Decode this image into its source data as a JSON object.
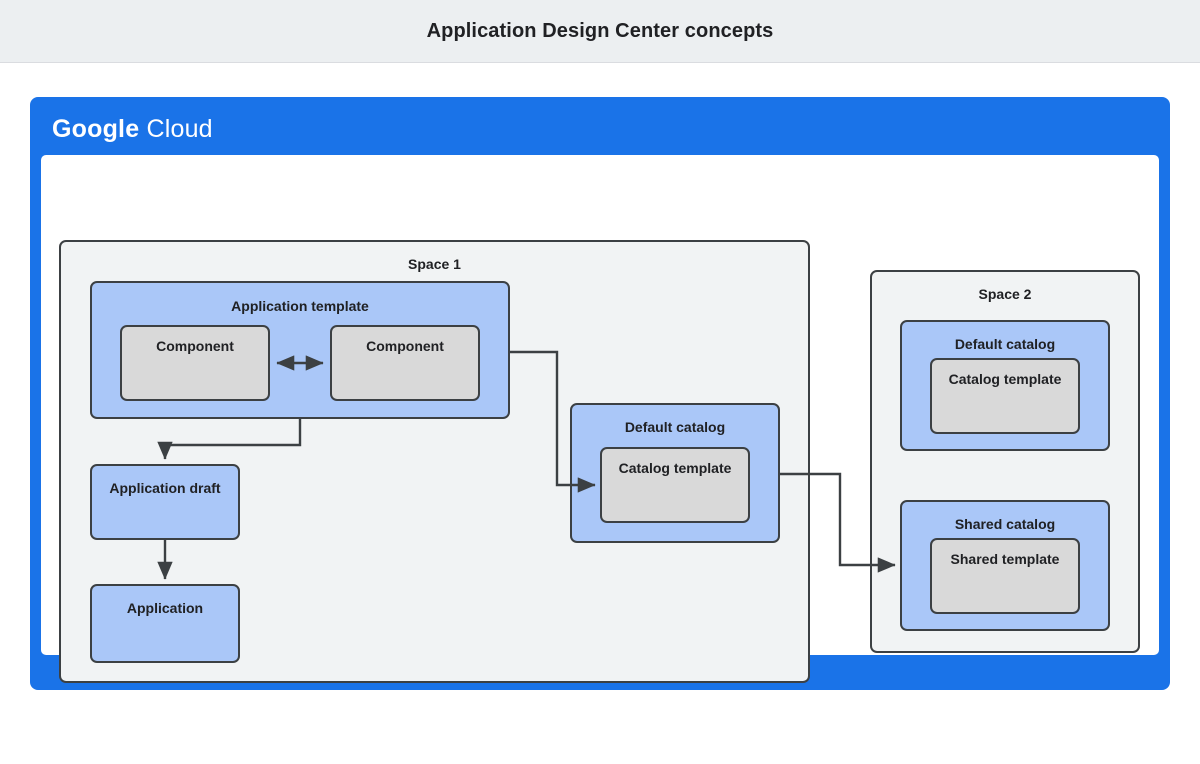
{
  "title": "Application Design Center concepts",
  "cloud": {
    "logo_bold": "Google",
    "logo_light": "Cloud"
  },
  "spaces": [
    {
      "id": "space-1",
      "label": "Space 1",
      "boxes": {
        "application_template": "Application template",
        "component_left": "Component",
        "component_right": "Component",
        "application_draft": "Application draft",
        "application": "Application",
        "default_catalog": "Default catalog",
        "catalog_template": "Catalog template"
      }
    },
    {
      "id": "space-2",
      "label": "Space 2",
      "boxes": {
        "default_catalog": "Default catalog",
        "catalog_template": "Catalog template",
        "shared_catalog": "Shared catalog",
        "shared_template": "Shared template"
      }
    }
  ],
  "colors": {
    "title_bar_bg": "#eceff1",
    "cloud_blue": "#1a73e8",
    "blue_box": "#aac7f8",
    "gray_box": "#d9d9d9",
    "space_bg": "#f1f3f4",
    "stroke": "#3c4043",
    "text": "#202124"
  },
  "connectors": [
    {
      "name": "component-left-to-component-right",
      "type": "double-arrow"
    },
    {
      "name": "application-template-to-application-draft",
      "type": "arrow"
    },
    {
      "name": "application-draft-to-application",
      "type": "arrow"
    },
    {
      "name": "application-template-to-default-catalog",
      "type": "arrow"
    },
    {
      "name": "default-catalog-to-shared-catalog",
      "type": "arrow"
    }
  ]
}
